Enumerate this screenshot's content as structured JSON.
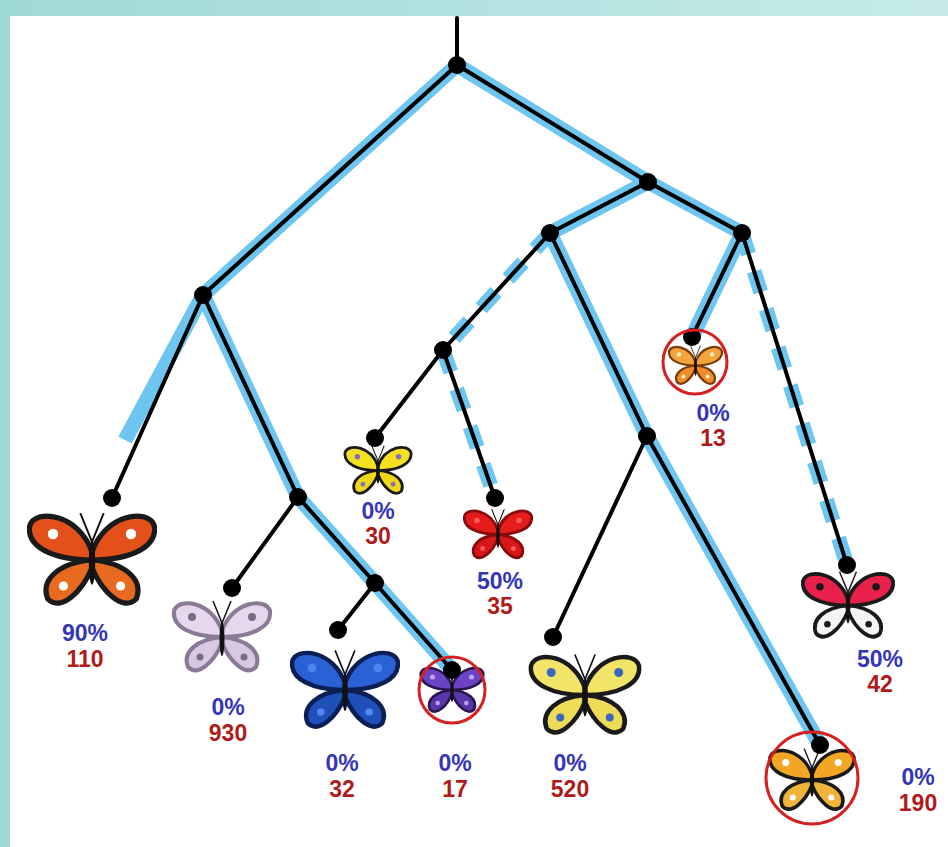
{
  "diagram": {
    "labels": [
      "90%",
      "110",
      "0%",
      "930",
      "0%",
      "32",
      "0%",
      "17",
      "0%",
      "30",
      "50%",
      "35",
      "0%",
      "520",
      "0%",
      "13",
      "50%",
      "42",
      "0%",
      "190"
    ]
  }
}
